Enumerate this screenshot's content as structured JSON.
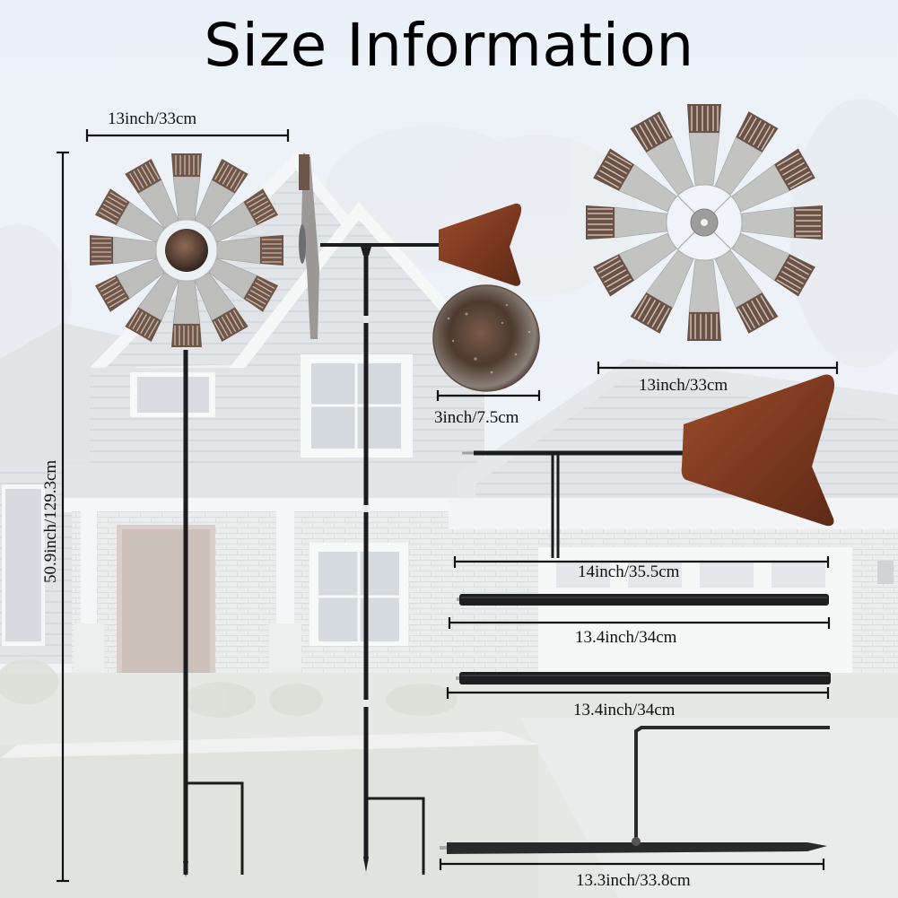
{
  "title": "Size Information",
  "colors": {
    "sky": "#e6eef6",
    "house_siding": "#d9dde1",
    "house_trim": "#f4f6f7",
    "grass": "#d5dbd2",
    "pole": "#1c1c1e",
    "blade_silver": "#b7b8b6",
    "blade_tip_rust": "#6d5548",
    "tail_rust": "#8a4226",
    "dimension_line": "#111111"
  },
  "dimensions": {
    "wheel_width_left": {
      "label": "13inch/33cm",
      "value_in": 13,
      "value_cm": 33
    },
    "total_height": {
      "label": "50.9inch/129.3cm",
      "value_in": 50.9,
      "value_cm": 129.3
    },
    "hub_cap": {
      "label": "3inch/7.5cm",
      "value_in": 3,
      "value_cm": 7.5
    },
    "wheel_width_right": {
      "label": "13inch/33cm",
      "value_in": 13,
      "value_cm": 33
    },
    "tail_assembly": {
      "label": "14inch/35.5cm",
      "value_in": 14,
      "value_cm": 35.5
    },
    "pole_section_1": {
      "label": "13.4inch/34cm",
      "value_in": 13.4,
      "value_cm": 34
    },
    "pole_section_2": {
      "label": "13.4inch/34cm",
      "value_in": 13.4,
      "value_cm": 34
    },
    "ground_stake": {
      "label": "13.3inch/33.8cm",
      "value_in": 13.3,
      "value_cm": 33.8
    }
  },
  "parts": [
    {
      "name": "assembled-windmill-front",
      "blades": 12
    },
    {
      "name": "assembled-windmill-side"
    },
    {
      "name": "hub-cap"
    },
    {
      "name": "windmill-wheel",
      "blades": 12
    },
    {
      "name": "tail-vane-assembly"
    },
    {
      "name": "pole-section"
    },
    {
      "name": "pole-section"
    },
    {
      "name": "ground-stake"
    }
  ]
}
